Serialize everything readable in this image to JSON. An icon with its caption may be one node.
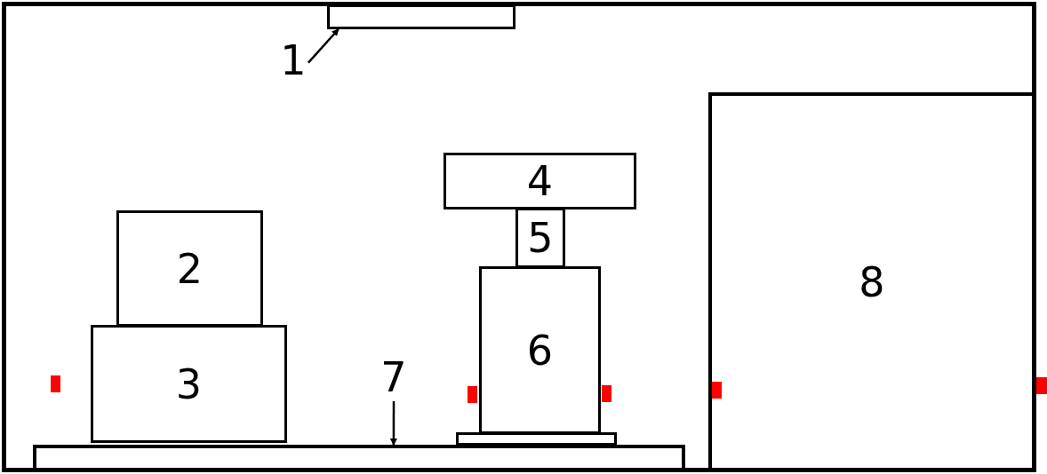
{
  "diagram": {
    "nodes": [
      {
        "text": [
          "1"
        ]
      },
      {
        "text": [],
        "shape": "box"
      },
      {
        "text": [
          "4"
        ]
      },
      {
        "text": [
          "5"
        ]
      },
      {
        "text": [
          "2"
        ]
      },
      {
        "text": [
          "8"
        ]
      },
      {
        "text": [
          "6"
        ]
      },
      {
        "text": [
          "3"
        ]
      },
      {
        "text": [
          "7"
        ]
      },
      {
        "text": [],
        "shape": "box"
      },
      {
        "text": [],
        "shape": "bar"
      }
    ],
    "edges": [
      {
        "from": 0,
        "to": 1,
        "arrow": "to"
      },
      {
        "from": 8,
        "to": 10,
        "arrow": "to"
      }
    ]
  }
}
